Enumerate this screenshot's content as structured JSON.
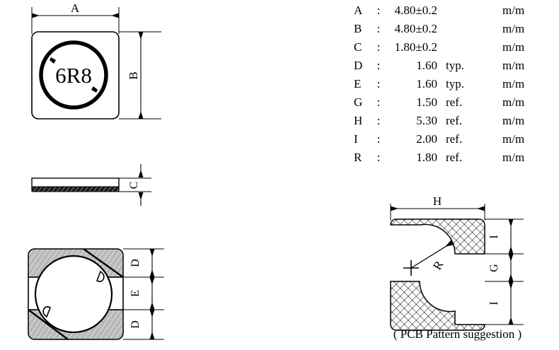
{
  "drawing": {
    "title_mark": "6R8",
    "colors": {
      "line": "#000000",
      "hatch_fill": "#b9b9b9",
      "background": "#ffffff"
    },
    "top_view": {
      "label_width": "A",
      "label_height": "B",
      "part_marking": "6R8"
    },
    "side_view": {
      "label_thickness": "C"
    },
    "bottom_view": {
      "labels": [
        "D",
        "E",
        "D"
      ]
    },
    "pcb_view": {
      "label_width": "H",
      "labels_vertical": [
        "I",
        "G",
        "I"
      ],
      "label_radius": "R",
      "caption": "( PCB Pattern suggestion )"
    }
  },
  "dimension_table": {
    "rows": [
      {
        "symbol": "A",
        "colon": ":",
        "value": "4.80±0.2",
        "note": "",
        "unit": "m/m"
      },
      {
        "symbol": "B",
        "colon": ":",
        "value": "4.80±0.2",
        "note": "",
        "unit": "m/m"
      },
      {
        "symbol": "C",
        "colon": ":",
        "value": "1.80±0.2",
        "note": "",
        "unit": "m/m"
      },
      {
        "symbol": "D",
        "colon": ":",
        "value": "1.60",
        "note": "typ.",
        "unit": "m/m"
      },
      {
        "symbol": "E",
        "colon": ":",
        "value": "1.60",
        "note": "typ.",
        "unit": "m/m"
      },
      {
        "symbol": "G",
        "colon": ":",
        "value": "1.50",
        "note": "ref.",
        "unit": "m/m"
      },
      {
        "symbol": "H",
        "colon": ":",
        "value": "5.30",
        "note": "ref.",
        "unit": "m/m"
      },
      {
        "symbol": "I",
        "colon": ":",
        "value": "2.00",
        "note": "ref.",
        "unit": "m/m"
      },
      {
        "symbol": "R",
        "colon": ":",
        "value": "1.80",
        "note": "ref.",
        "unit": "m/m"
      }
    ]
  }
}
